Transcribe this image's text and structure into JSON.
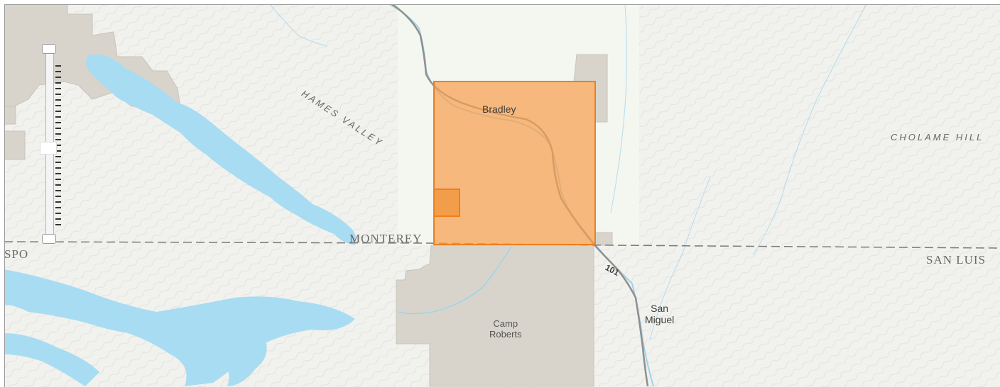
{
  "map": {
    "labels": {
      "bradley": "Bradley",
      "monterey": "MONTEREY",
      "san_luis": "SAN LUIS",
      "spo": "SPO",
      "hames_valley": "HAMES VALLEY",
      "cholame_hills": "CHOLAME HILL",
      "san_miguel_1": "San",
      "san_miguel_2": "Miguel",
      "camp_roberts_1": "Camp",
      "camp_roberts_2": "Roberts",
      "highway": "101"
    },
    "colors": {
      "water": "#a8dcf2",
      "public_land": "#d8d4cc",
      "highlight_fill": "#f7a04f",
      "highlight_stroke": "#f07f1b",
      "county_line": "#777777",
      "road": "#9a9a9a",
      "background": "#f2f2ef"
    },
    "icons": {
      "zoom_in": "zoom-in-icon",
      "zoom_out": "zoom-out-icon",
      "zoom_handle": "zoom-handle-icon"
    }
  }
}
